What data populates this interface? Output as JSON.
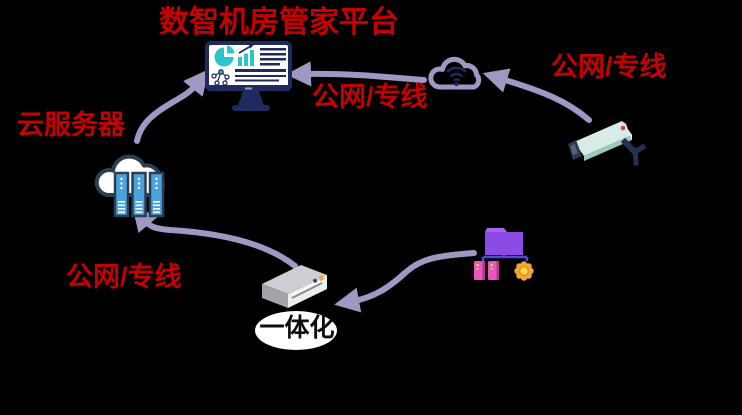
{
  "diagram": {
    "background": "#000000",
    "title": {
      "text": "数智机房管家平台",
      "color": "#c60000"
    },
    "nodes": [
      {
        "id": "platform-monitor",
        "icon": "monitor-dashboard-icon",
        "label": ""
      },
      {
        "id": "wifi-cloud",
        "icon": "wifi-cloud-icon",
        "label": ""
      },
      {
        "id": "cctv-camera",
        "icon": "cctv-camera-icon",
        "label": ""
      },
      {
        "id": "cloud-server",
        "icon": "cloud-servers-icon",
        "label": "云服务器"
      },
      {
        "id": "gateway-box",
        "icon": "gateway-box-icon",
        "label": "一体化"
      },
      {
        "id": "data-sources",
        "icon": "folder-database-gear-icon",
        "label": ""
      }
    ],
    "edges": [
      {
        "from": "cctv-camera",
        "to": "wifi-cloud",
        "label": "公网/专线"
      },
      {
        "from": "wifi-cloud",
        "to": "platform-monitor",
        "label": "公网/专线"
      },
      {
        "from": "data-sources",
        "to": "gateway-box",
        "label": ""
      },
      {
        "from": "gateway-box",
        "to": "cloud-server",
        "label": "公网/专线"
      },
      {
        "from": "cloud-server",
        "to": "platform-monitor",
        "label": ""
      }
    ],
    "colors": {
      "label_red": "#c60000",
      "arrow": "#9e98c2",
      "navy": "#1f2a5e",
      "teal": "#29c5cb",
      "server_blue": "#4aa3dc",
      "folder_purple": "#8b4be4",
      "db_pink": "#e757be",
      "gear_orange": "#f2a53a",
      "box_gray": "#cdced4",
      "badge_white": "#ffffff"
    }
  }
}
